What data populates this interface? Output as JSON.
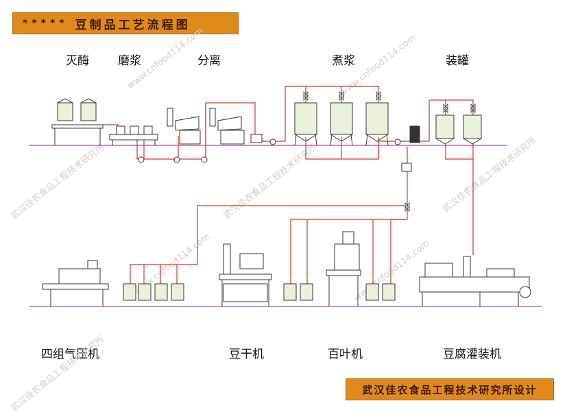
{
  "header": {
    "stars": "*****",
    "title": "豆制品工艺流程图"
  },
  "stage_labels": {
    "enzyme": "灭酶",
    "grinding": "磨浆",
    "separation": "分离",
    "boiling": "煮浆",
    "canning": "装罐",
    "press": "四组气压机",
    "dried_tofu": "豆干机",
    "tofu_skin": "百叶机",
    "tofu_filling": "豆腐灌装机"
  },
  "watermarks": {
    "site": "www.cnfood114.com",
    "org": "武汉佳农食品工程技术研究所"
  },
  "footer": {
    "credit": "武汉佳农食品工程技术研究所设计"
  },
  "colors": {
    "pipe": "#e0302a",
    "equipment": "#333333",
    "tank_fill": "#e8f2dc",
    "banner": "#e08a1e",
    "floor": "#c06ab0"
  }
}
